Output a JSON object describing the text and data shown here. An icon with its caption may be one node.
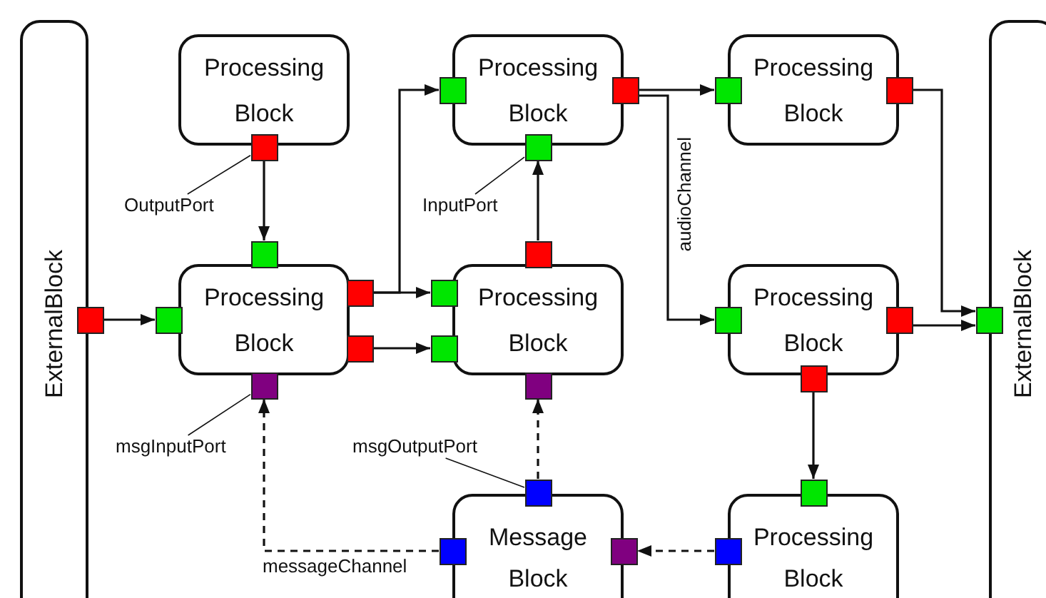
{
  "diagram": {
    "nodes": [
      {
        "text": [
          "ExternalBlock"
        ]
      },
      {
        "text": [
          "Processing Block"
        ]
      },
      {
        "text": [
          "Processing Block"
        ]
      },
      {
        "text": [
          "Processing Block"
        ]
      },
      {
        "text": [
          "ExternalBlock"
        ]
      },
      {
        "text": [
          "Processing Block"
        ]
      },
      {
        "text": [
          "Processing Block"
        ]
      },
      {
        "text": [
          "Processing Block"
        ]
      },
      {
        "text": [
          "Message Block"
        ]
      },
      {
        "text": [
          "Processing Block"
        ]
      },
      {
        "text": [],
        "shape": "box"
      },
      {
        "text": [],
        "shape": "box"
      },
      {
        "text": [],
        "shape": "box"
      },
      {
        "text": [],
        "shape": "box"
      },
      {
        "text": [],
        "shape": "box"
      },
      {
        "text": [],
        "shape": "box"
      },
      {
        "text": [],
        "shape": "box"
      },
      {
        "text": [],
        "shape": "box"
      },
      {
        "text": [],
        "shape": "box"
      },
      {
        "text": [],
        "shape": "box"
      },
      {
        "text": [],
        "shape": "box"
      },
      {
        "text": [],
        "shape": "box"
      },
      {
        "text": [],
        "shape": "box"
      },
      {
        "text": [],
        "shape": "box"
      },
      {
        "text": [],
        "shape": "box"
      },
      {
        "text": [],
        "shape": "box"
      },
      {
        "text": [],
        "shape": "box"
      },
      {
        "text": [],
        "shape": "box"
      },
      {
        "text": [],
        "shape": "box"
      },
      {
        "text": [],
        "shape": "box"
      },
      {
        "text": [],
        "shape": "box"
      },
      {
        "text": [],
        "shape": "box"
      },
      {
        "text": [],
        "shape": "box"
      },
      {
        "text": [],
        "shape": "box"
      },
      {
        "text": [],
        "shape": "box"
      },
      {
        "text": [
          "OutputPort"
        ]
      },
      {
        "text": [
          "InputPort"
        ]
      },
      {
        "text": [
          "msgInputPort"
        ]
      },
      {
        "text": [
          "msgOutputPort"
        ]
      }
    ],
    "edges": [
      {
        "from": 20,
        "to": 21,
        "arrow": "to"
      },
      {
        "from": 14,
        "to": 16,
        "arrow": "to"
      },
      {
        "from": 18,
        "to": 10,
        "arrow": "to"
      },
      {
        "from": 18,
        "to": 19,
        "arrow": "to"
      },
      {
        "from": 25,
        "to": 26,
        "arrow": "to"
      },
      {
        "from": 17,
        "to": 15,
        "arrow": "to"
      },
      {
        "from": 11,
        "to": 12,
        "arrow": "to"
      },
      {
        "from": 11,
        "to": 22,
        "arrow": "to",
        "label": "audioChannel"
      },
      {
        "from": 13,
        "to": 24,
        "arrow": "to"
      },
      {
        "from": 23,
        "to": 24,
        "arrow": "to"
      },
      {
        "from": 29,
        "to": 31,
        "arrow": "to"
      },
      {
        "from": 34,
        "to": 33,
        "arrow": "to",
        "style": "dashed"
      },
      {
        "from": 30,
        "to": 28,
        "arrow": "to",
        "style": "dashed"
      },
      {
        "from": 32,
        "to": 27,
        "arrow": "to",
        "style": "dashed",
        "label": "messageChannel"
      },
      {
        "from": 35,
        "to": 14,
        "arrow": "none"
      },
      {
        "from": 36,
        "to": 15,
        "arrow": "none"
      },
      {
        "from": 37,
        "to": 27,
        "arrow": "none"
      },
      {
        "from": 38,
        "to": 30,
        "arrow": "none"
      }
    ]
  }
}
